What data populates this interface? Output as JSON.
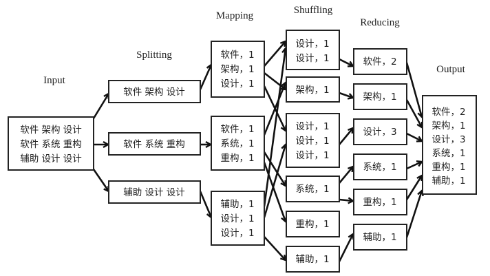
{
  "stages": {
    "input": "Input",
    "splitting": "Splitting",
    "mapping": "Mapping",
    "shuffling": "Shuffling",
    "reducing": "Reducing",
    "output": "Output"
  },
  "input": {
    "lines": [
      "软件 架构 设计",
      "软件 系统 重构",
      "辅助 设计 设计"
    ]
  },
  "splitting": [
    {
      "text": "软件  架构  设计"
    },
    {
      "text": "软件  系统  重构"
    },
    {
      "text": "辅助  设计  设计"
    }
  ],
  "mapping": [
    {
      "lines": [
        "软件，1",
        "架构，1",
        "设计，1"
      ]
    },
    {
      "lines": [
        "软件，1",
        "系统，1",
        "重构，1"
      ]
    },
    {
      "lines": [
        "辅助，1",
        "设计，1",
        "设计，1"
      ]
    }
  ],
  "shuffling": [
    {
      "lines": [
        "设计，1",
        "设计，1"
      ]
    },
    {
      "lines": [
        "架构，1"
      ]
    },
    {
      "lines": [
        "设计，1",
        "设计，1",
        "设计，1"
      ]
    },
    {
      "lines": [
        "系统，1"
      ]
    },
    {
      "lines": [
        "重构，1"
      ]
    },
    {
      "lines": [
        "辅助，1"
      ]
    }
  ],
  "reducing": [
    {
      "text": "软件，2"
    },
    {
      "text": "架构，1"
    },
    {
      "text": "设计，3"
    },
    {
      "text": "系统，1"
    },
    {
      "text": "重构，1"
    },
    {
      "text": "辅助，1"
    }
  ],
  "output": {
    "lines": [
      "软件，2",
      "架构，1",
      "设计，3",
      "系统，1",
      "重构，1",
      "辅助，1"
    ]
  }
}
